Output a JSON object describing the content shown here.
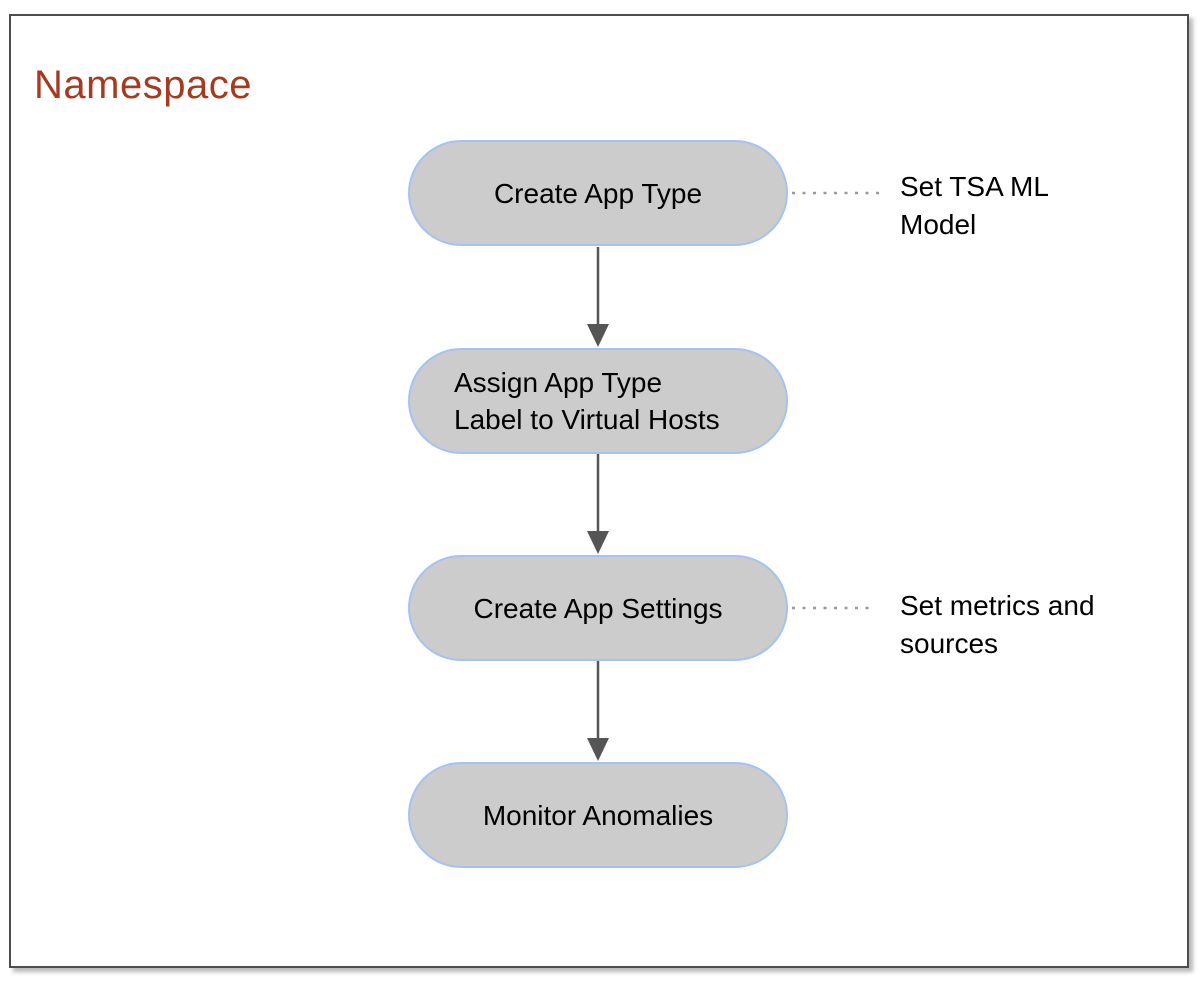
{
  "page": {
    "title": "Namespace"
  },
  "flowchart": {
    "nodes": [
      {
        "label": "Create App Type",
        "annotation": "Set TSA ML\nModel"
      },
      {
        "label": "Assign App Type\nLabel to Virtual Hosts"
      },
      {
        "label": "Create App Settings",
        "annotation": "Set metrics and\nsources"
      },
      {
        "label": "Monitor Anomalies"
      }
    ],
    "flow_order": "Create App Type -> Assign App Type Label to Virtual Hosts -> Create App Settings -> Monitor Anomalies",
    "colors": {
      "title_text": "#a53a21",
      "node_fill": "#cccccc",
      "node_border": "#a4c2f4",
      "node_text": "#000000",
      "arrow": "#555555",
      "dotted_connector": "#999999",
      "frame_border": "#4c4c4c"
    }
  }
}
